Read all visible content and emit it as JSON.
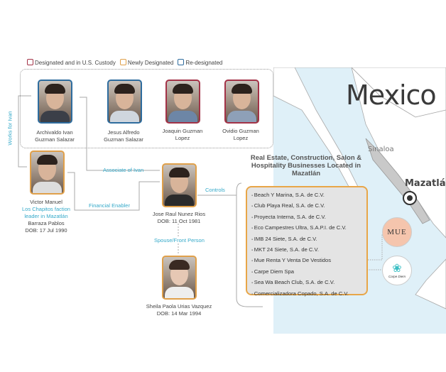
{
  "legend": {
    "custody": "Designated and in U.S. Custody",
    "new": "Newly Designated",
    "re": "Re-designated",
    "colors": {
      "custody": "#a33247",
      "new": "#e0a04a",
      "re": "#2e6c9e"
    }
  },
  "people": {
    "archivaldo": {
      "name1": "Archivaldo Ivan",
      "name2": "Guzman Salazar"
    },
    "jesus": {
      "name1": "Jesus Alfredo",
      "name2": "Guzman Salazar"
    },
    "joaquin": {
      "name1": "Joaquin Guzman",
      "name2": "Lopez"
    },
    "ovidio": {
      "name1": "Ovidio Guzman",
      "name2": "Lopez"
    },
    "victor": {
      "name1": "Victor Manuel",
      "role": "Los Chapitos faction leader in Mazatlán",
      "name2": "Barraza Pablos",
      "dob": "DOB: 17 Jul 1990"
    },
    "jose": {
      "name": "Jose Raul Nunez Rios",
      "dob": "DOB: 11 Oct 1981"
    },
    "sheila": {
      "name": "Sheila Paola Urias Vazquez",
      "dob": "DOB: 14 Mar 1994"
    }
  },
  "relations": {
    "works_for": "Works for Ivan",
    "associate": "Associate of Ivan",
    "enabler": "Financial Enabler",
    "controls": "Controls",
    "spouse": "Spouse/Front Person"
  },
  "map": {
    "country": "Mexico",
    "state": "Sinaloa",
    "city": "Mazatlán"
  },
  "businesses": {
    "title": "Real Estate, Construction, Salon & Hospitality Businesses Located in Mazatlán",
    "items": [
      "Beach Y Marina, S.A. de C.V.",
      "Club Playa Real, S.A. de C.V.",
      "Proyecta Interna, S.A. de C.V.",
      "Eco Campestres Ultra, S.A.P.I. de C.V.",
      "IMB 24 Siete, S.A. de C.V.",
      "MKT 24 Siete, S.A. de C.V.",
      "Mue Renta Y Venta De Vestidos",
      "Carpe Diem Spa",
      "Sea Wa Beach Club, S.A. de C.V.",
      "Comercializadora Copado, S.A. de C.V."
    ],
    "logos": {
      "mue": "MUE",
      "carpe": "Carpe Diem"
    }
  }
}
